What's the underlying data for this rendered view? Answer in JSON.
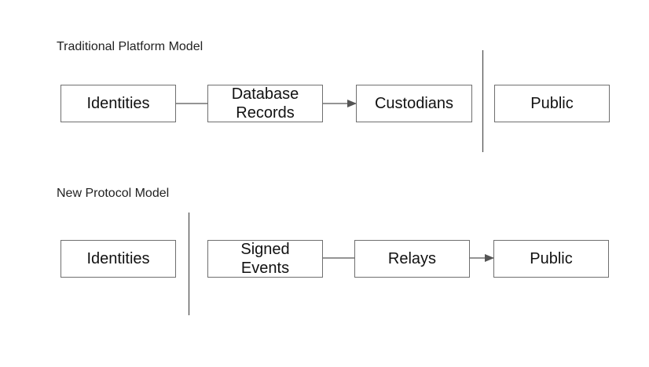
{
  "diagram": {
    "colors": {
      "stroke": "#6f6f6f",
      "text": "#111111",
      "background": "#ffffff"
    },
    "traditional": {
      "title": "Traditional Platform Model",
      "boxes": {
        "identities": "Identities",
        "database_records": "Database\nRecords",
        "custodians": "Custodians",
        "public": "Public"
      }
    },
    "protocol": {
      "title": "New Protocol Model",
      "boxes": {
        "identities": "Identities",
        "signed_events": "Signed\nEvents",
        "relays": "Relays",
        "public": "Public"
      }
    },
    "edges": [
      {
        "from": "traditional.identities",
        "to": "traditional.database_records",
        "arrow": false
      },
      {
        "from": "traditional.database_records",
        "to": "traditional.custodians",
        "arrow": true
      },
      {
        "from": "protocol.signed_events",
        "to": "protocol.relays",
        "arrow": false
      },
      {
        "from": "protocol.relays",
        "to": "protocol.public",
        "arrow": true
      }
    ]
  }
}
